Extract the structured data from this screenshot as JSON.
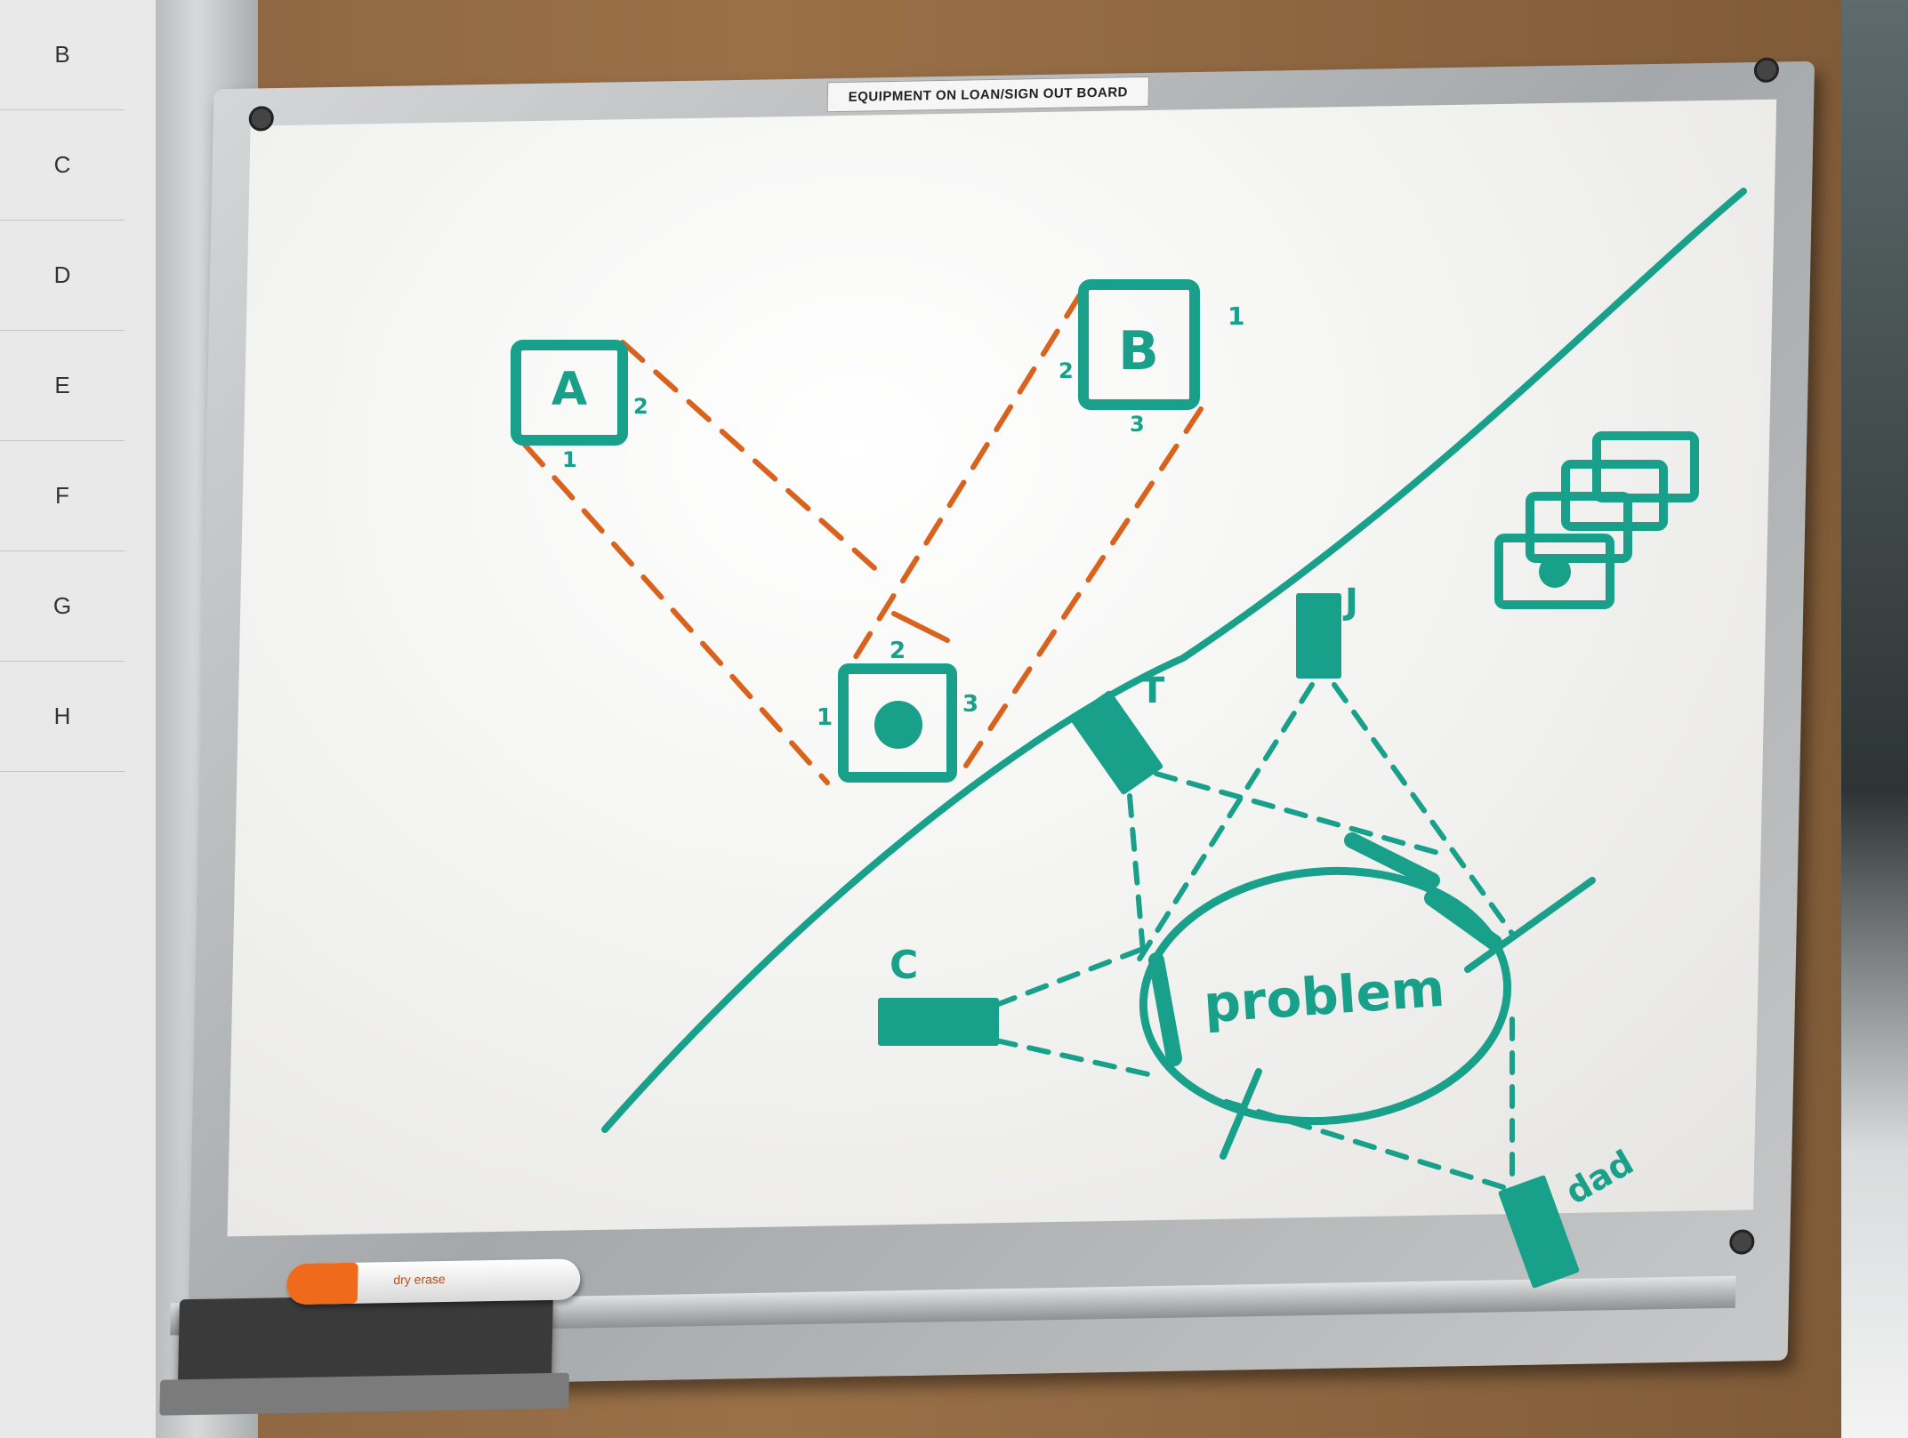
{
  "side_chart": {
    "row_letters": [
      "B",
      "C",
      "D",
      "E",
      "F",
      "G",
      "H"
    ]
  },
  "sign": {
    "text": "EQUIPMENT ON LOAN/SIGN OUT BOARD"
  },
  "marker": {
    "label": "dry erase"
  },
  "whiteboard": {
    "box_a": "A",
    "box_b": "B",
    "label_a_right": "2",
    "label_a_bottom": "1",
    "label_b_left": "2",
    "label_b_bottom": "3",
    "label_b_right": "1",
    "label_center_top": "2",
    "label_center_left": "1",
    "label_center_right": "3",
    "label_t": "T",
    "label_j": "J",
    "label_c": "C",
    "problem": "problem",
    "label_d": "dad"
  },
  "colors": {
    "teal_ink": "#18a08a",
    "orange_ink": "#d9621d"
  }
}
